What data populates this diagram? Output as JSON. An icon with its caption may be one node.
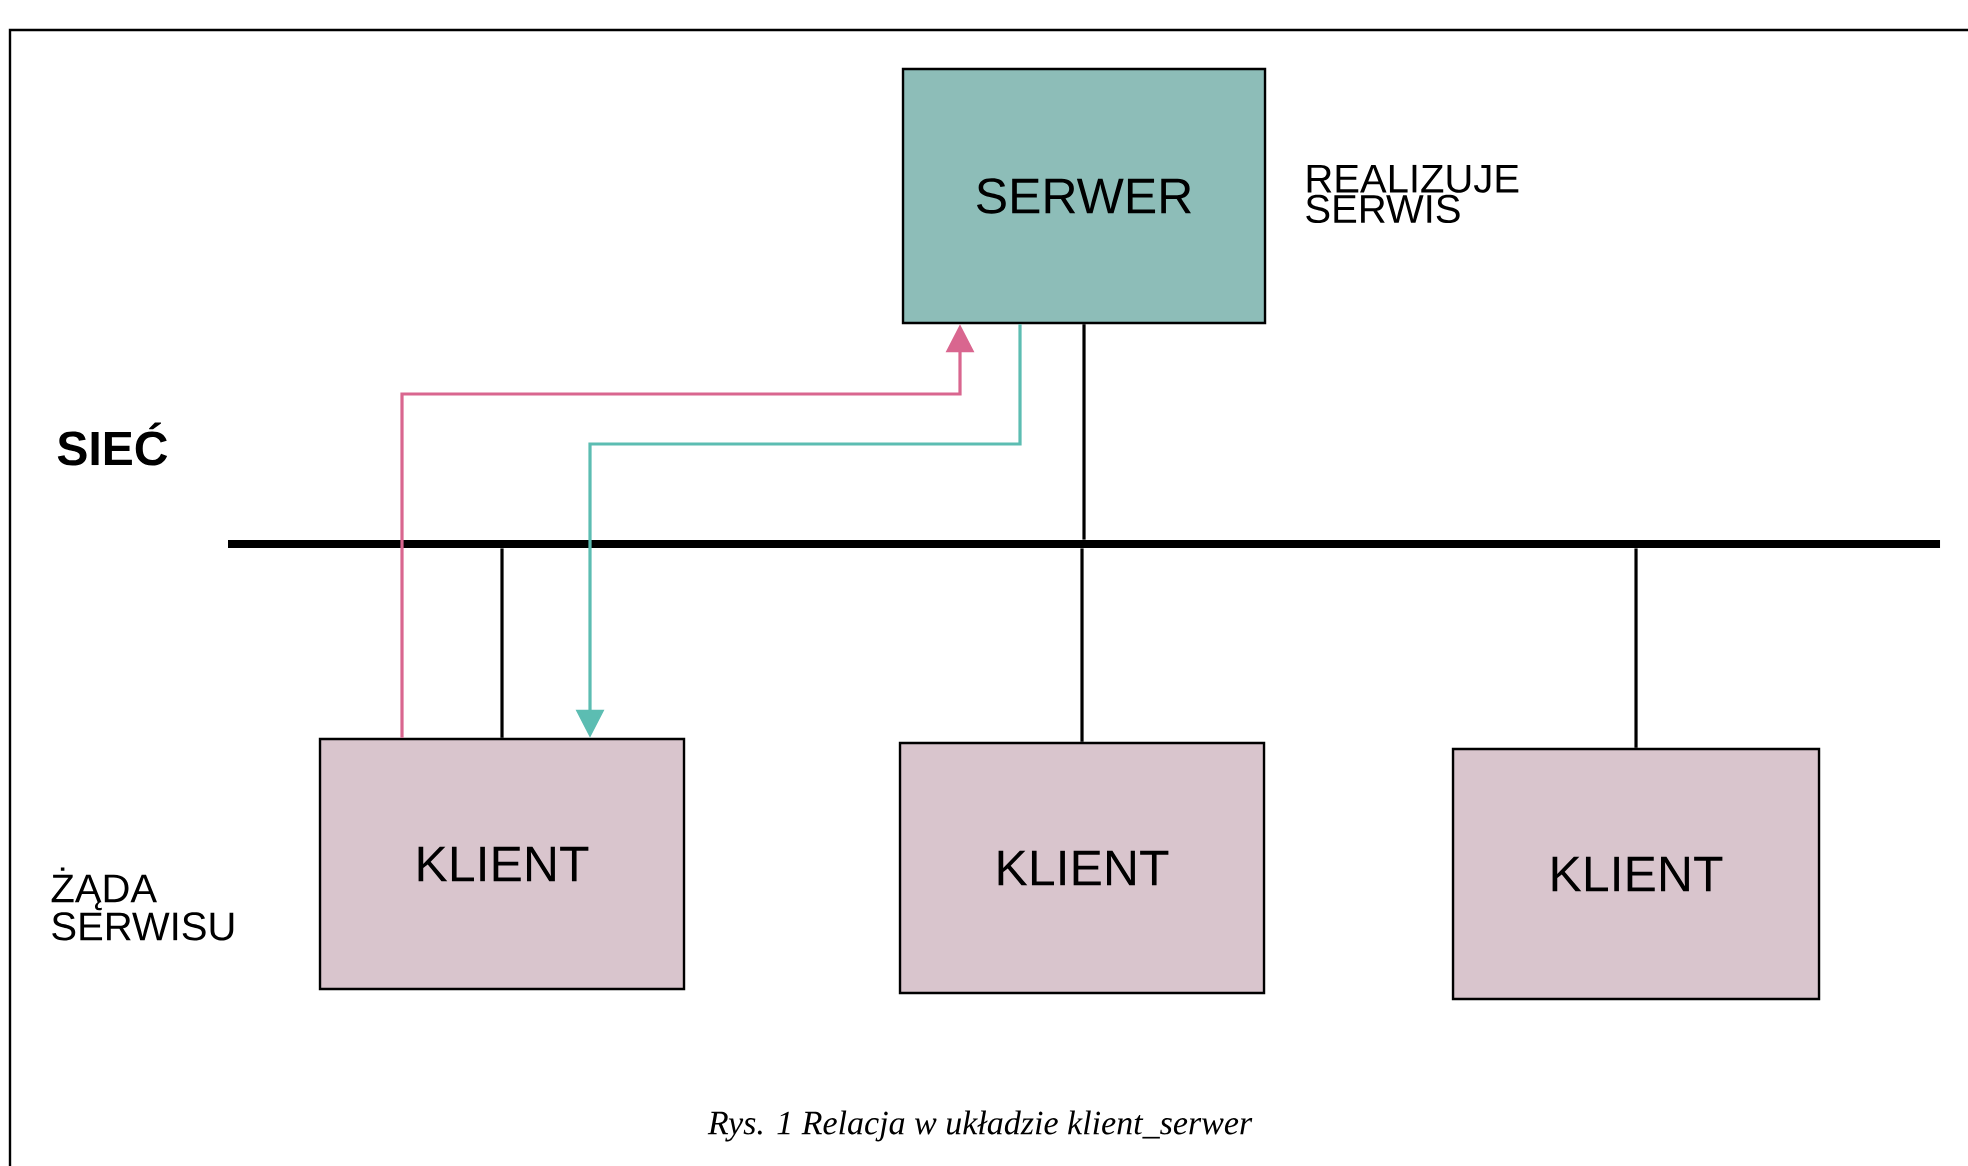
{
  "diagram": {
    "caption": "Rys. 1 Relacja w układzie klient_serwer",
    "nodes": [
      {
        "text": [
          "SERWER"
        ],
        "beside": [
          "REALIZUJE SERWIS"
        ]
      },
      {
        "text": [],
        "shape": "bar",
        "beside": [
          "SIEĆ"
        ]
      },
      {
        "text": [
          "KLIENT"
        ],
        "beside": [
          "ŻĄDA SERWISU"
        ]
      },
      {
        "text": [
          "KLIENT"
        ]
      },
      {
        "text": [
          "KLIENT"
        ]
      }
    ],
    "edges": [
      {
        "from": 0,
        "to": 1,
        "arrow": "none"
      },
      {
        "from": 1,
        "to": 2,
        "arrow": "none"
      },
      {
        "from": 1,
        "to": 3,
        "arrow": "none"
      },
      {
        "from": 1,
        "to": 4,
        "arrow": "none"
      },
      {
        "from": 2,
        "to": 0,
        "arrow": "to",
        "color": "#d9668f"
      },
      {
        "from": 0,
        "to": 2,
        "arrow": "to",
        "color": "#5cbdb2"
      }
    ]
  }
}
